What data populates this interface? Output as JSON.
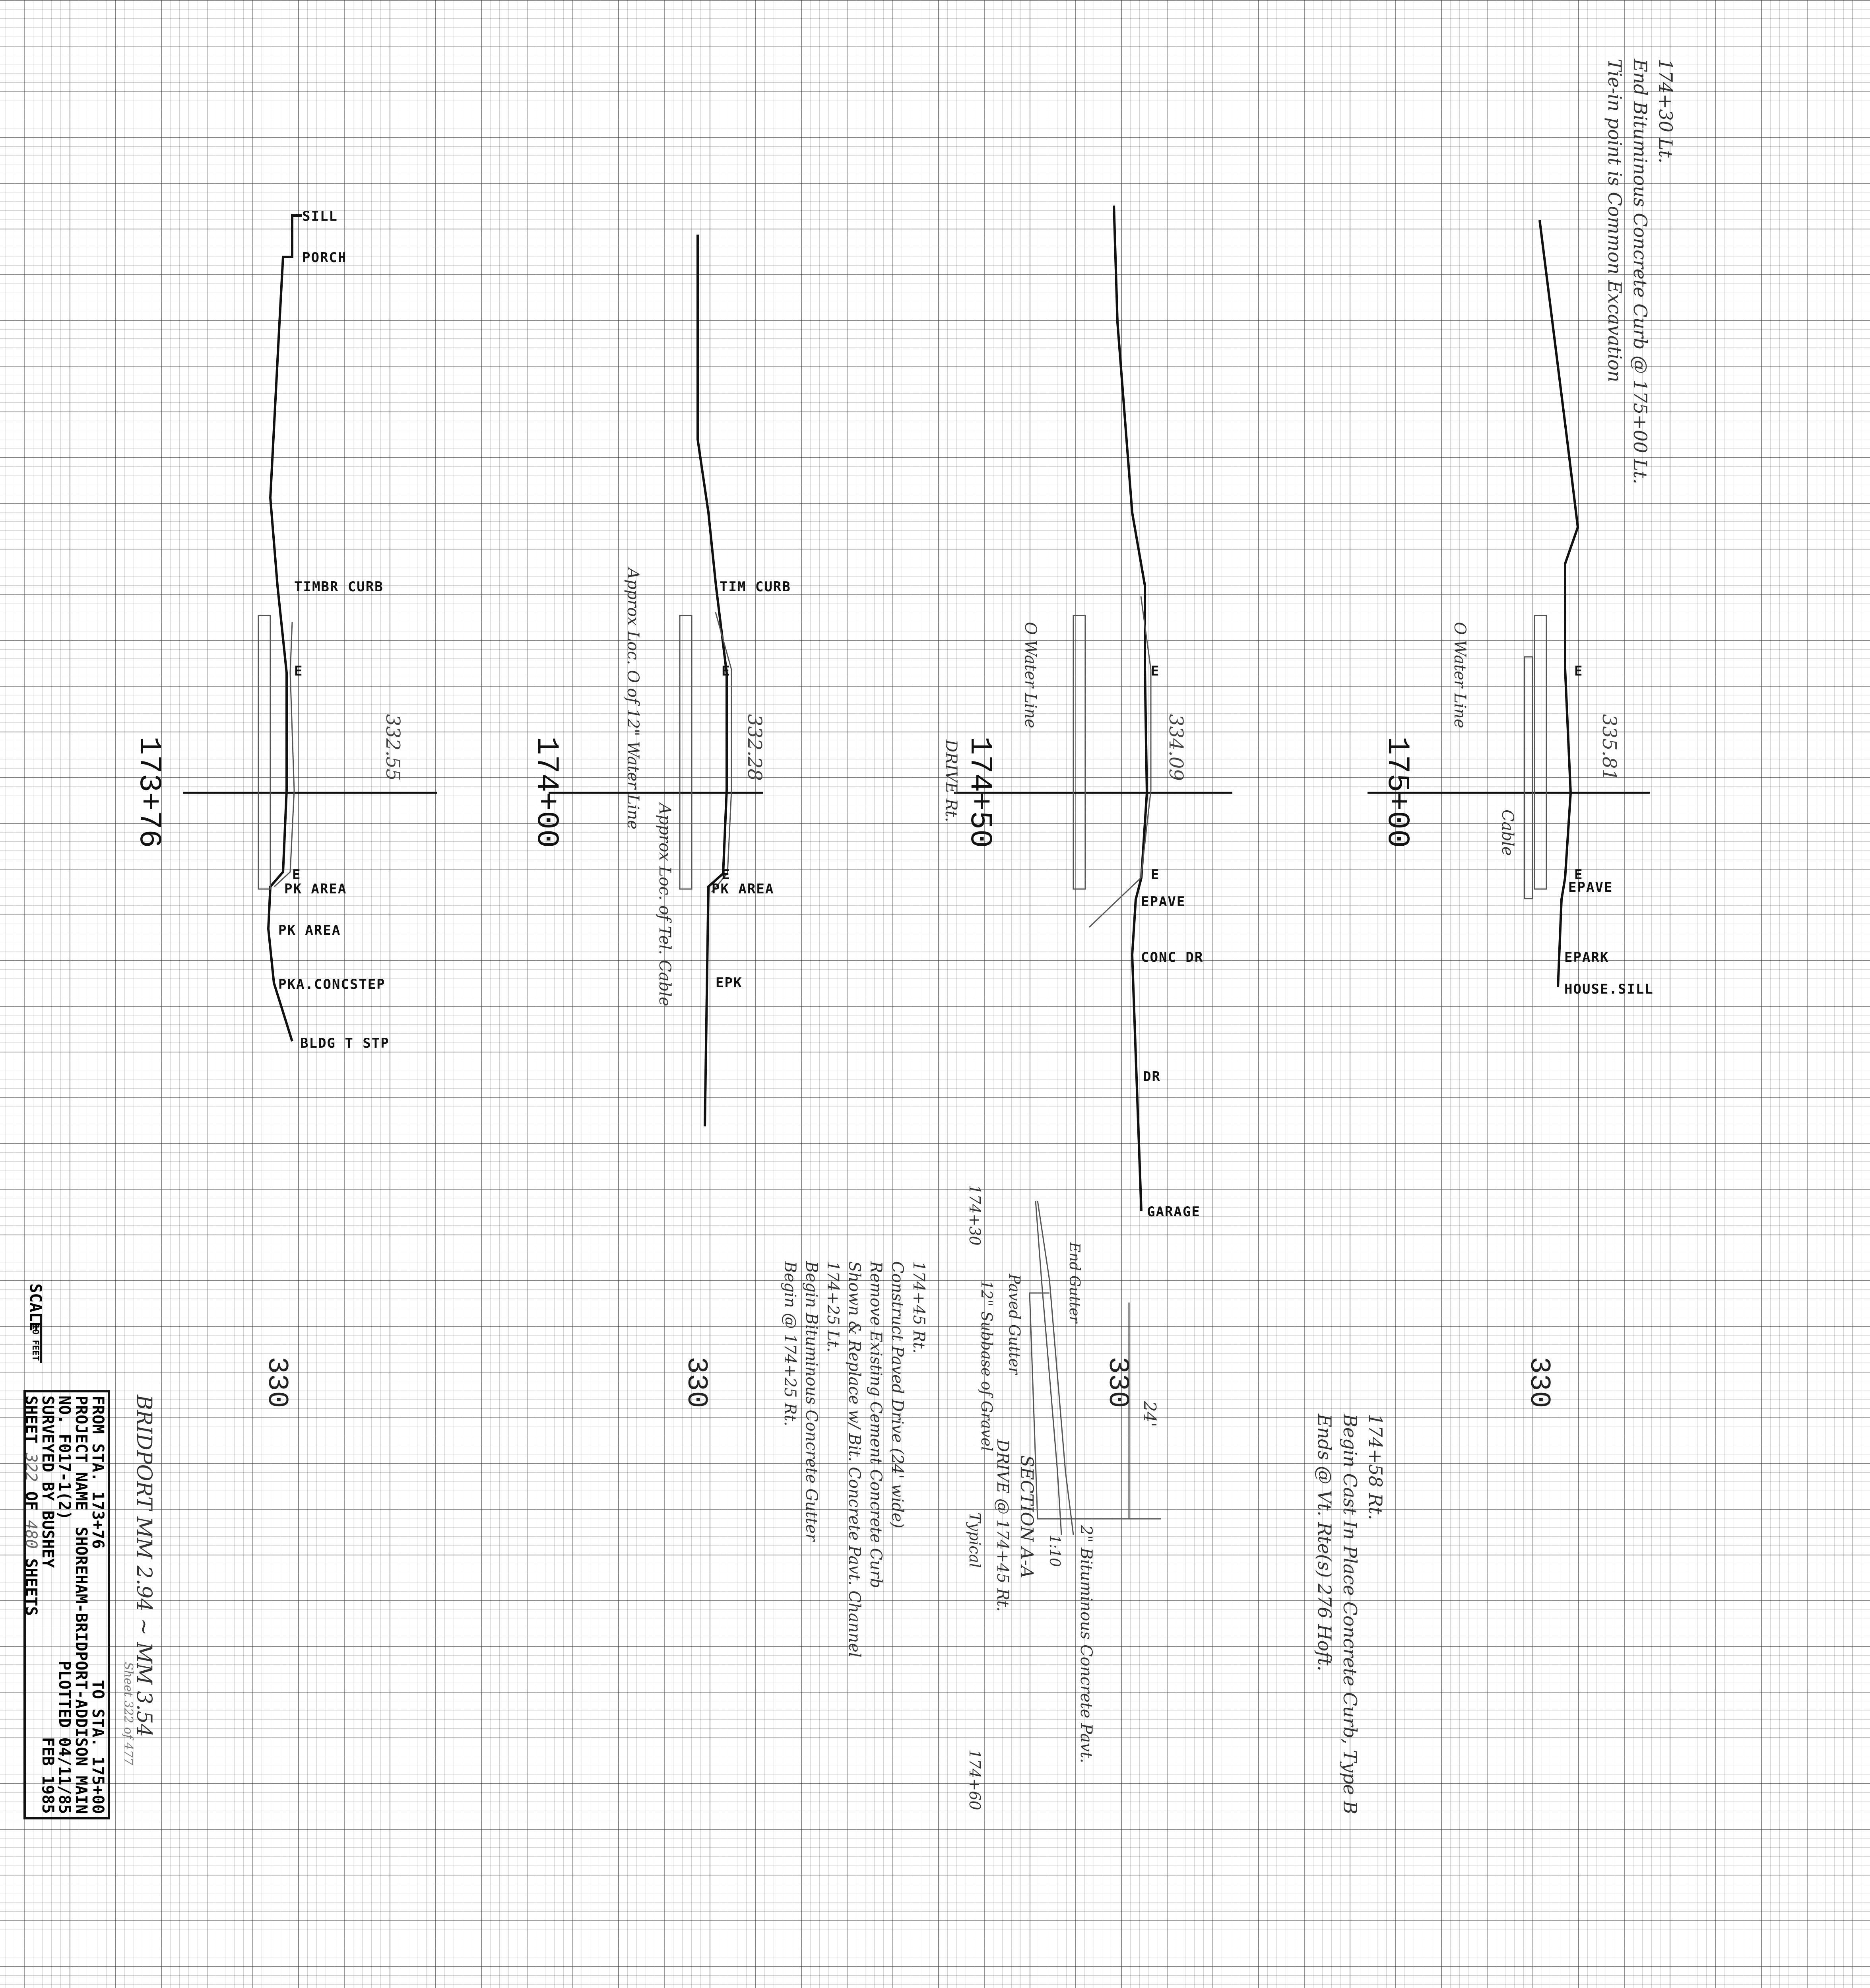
{
  "sections": [
    {
      "station": "173+76",
      "elevation": "332.55",
      "base": "330",
      "labels": [
        "SILL",
        "PORCH",
        "TIMBR CURB",
        "E",
        "E",
        "PK AREA",
        "PK AREA",
        "PKA.CONCSTEP",
        "BLDG T STP"
      ]
    },
    {
      "station": "174+00",
      "elevation": "332.28",
      "base": "330",
      "labels": [
        "TIM CURB",
        "E",
        "E",
        "PK AREA",
        "EPK"
      ]
    },
    {
      "station": "174+50",
      "elevation": "334.09",
      "base": "330",
      "sublabel": "DRIVE Rt.",
      "labels": [
        "E",
        "E",
        "EPAVE",
        "CONC DR",
        "DR",
        "GARAGE"
      ]
    },
    {
      "station": "175+00",
      "elevation": "335.81",
      "base": "330",
      "labels": [
        "E",
        "E",
        "EPAVE",
        "EPARK",
        "HOUSE.SILL"
      ]
    }
  ],
  "annotations": {
    "water_line_174_00": "Approx Loc. O of 12\" Water Line",
    "tel_cable_174_00": "Approx Loc. of Tel. Cable",
    "water_line_174_50": "O Water Line",
    "water_line_175_00": "O Water Line",
    "cable_175_00": "Cable",
    "note_top_right": [
      "174+30 Lt.",
      "End Bituminous Concrete Curb @ 175+00 Lt.",
      "Tie-in point is Common Excavation"
    ],
    "note_bottom_right": [
      "174+58 Rt.",
      "Begin Cast In Place Concrete Curb, Type B",
      "Ends @ Vt. Rte(s) 276 Hoft."
    ],
    "note_left": [
      "174+45 Rt.",
      "Construct Paved Drive (24' wide)",
      "Remove Existing Cement Concrete Curb",
      "Shown & Replace w/ Bit. Concrete Pavt. Channel",
      "174+25 Lt.",
      "Begin Bituminous Concrete Gutter",
      "Begin @ 174+25 Rt."
    ],
    "detail": {
      "title": "SECTION A-A",
      "subtitle": "DRIVE @ 174+45 Rt.",
      "typical": "Typical",
      "gutter": "Paved Gutter",
      "subbase": "12\" Subbase of Gravel",
      "end_gutter": "End Gutter",
      "pavement": "2\" Bituminous Concrete Pavt.",
      "width": "24'",
      "slope": "1:10",
      "sta_a": "174+30",
      "sta_b": "174+60"
    }
  },
  "scale": {
    "label": "SCALE",
    "value": "10 FEET"
  },
  "title_block": {
    "from_label": "FROM STA.",
    "from_value": "173+76",
    "to_label": "TO STA.",
    "to_value": "175+00",
    "project_label": "PROJECT NAME",
    "project_value": "SHOREHAM-BRIDPORT-ADDISON MAIN",
    "no_label": "NO.",
    "no_value": "F017-1(2)",
    "plotted": "PLOTTED 04/11/85",
    "surveyed_label": "SURVEYED BY",
    "surveyed_value": "BUSHEY",
    "date": "FEB 1985",
    "sheet_label": "SHEET",
    "sheet_value": "322",
    "of_label": "OF",
    "of_value": "480",
    "sheets_label": "SHEETS"
  },
  "handwritten": {
    "location": "BRIDPORT MM 2.94 ~ MM 3.54",
    "sheet_stamp": "Sheet 322 of 477"
  }
}
